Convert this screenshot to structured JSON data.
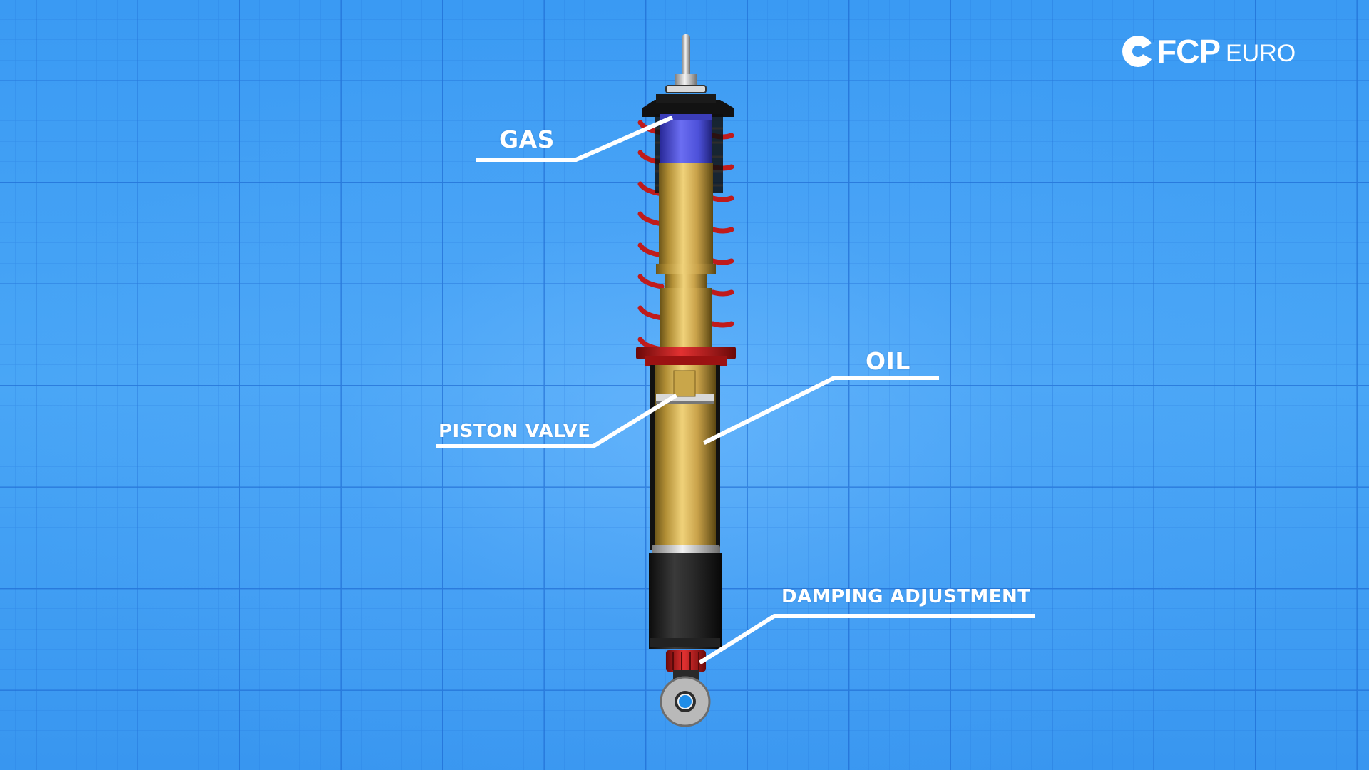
{
  "brand": {
    "name_bold": "FCP",
    "name_light": "EURO"
  },
  "labels": {
    "gas": "GAS",
    "oil": "OIL",
    "piston_valve": "PISTON VALVE",
    "damping_adjustment": "DAMPING ADJUSTMENT"
  },
  "colors": {
    "background": "#3f9cf3",
    "gas_chamber": "#4b4fd6",
    "oil_body": "#c9a64a",
    "spring": "#c81e1e",
    "leader_line": "#ffffff"
  }
}
